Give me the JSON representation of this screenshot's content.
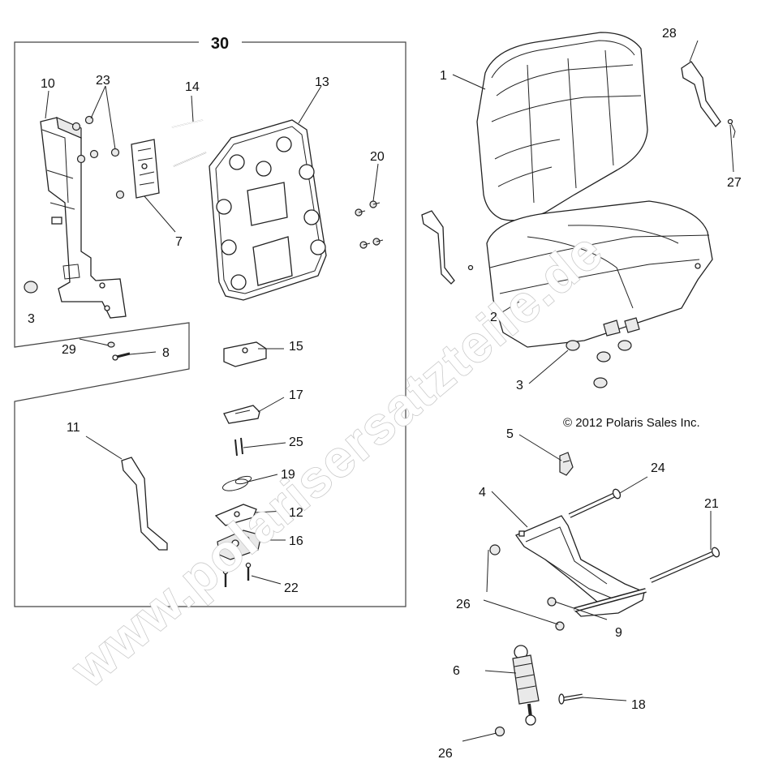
{
  "diagram": {
    "group_label": "30",
    "copyright": "© 2012 Polaris Sales Inc.",
    "watermark": "www.polarisersatzteile.de",
    "callouts": {
      "c1": "1",
      "c2": "2",
      "c3a": "3",
      "c3b": "3",
      "c5": "5",
      "c4": "4",
      "c6": "6",
      "c7": "7",
      "c8": "8",
      "c9": "9",
      "c10": "10",
      "c11": "11",
      "c12": "12",
      "c13": "13",
      "c14": "14",
      "c15": "15",
      "c16": "16",
      "c17": "17",
      "c18": "18",
      "c19": "19",
      "c20": "20",
      "c21": "21",
      "c22": "22",
      "c23": "23",
      "c24": "24",
      "c25": "25",
      "c26a": "26",
      "c26b": "26",
      "c27": "27",
      "c28": "28",
      "c29": "29"
    }
  }
}
